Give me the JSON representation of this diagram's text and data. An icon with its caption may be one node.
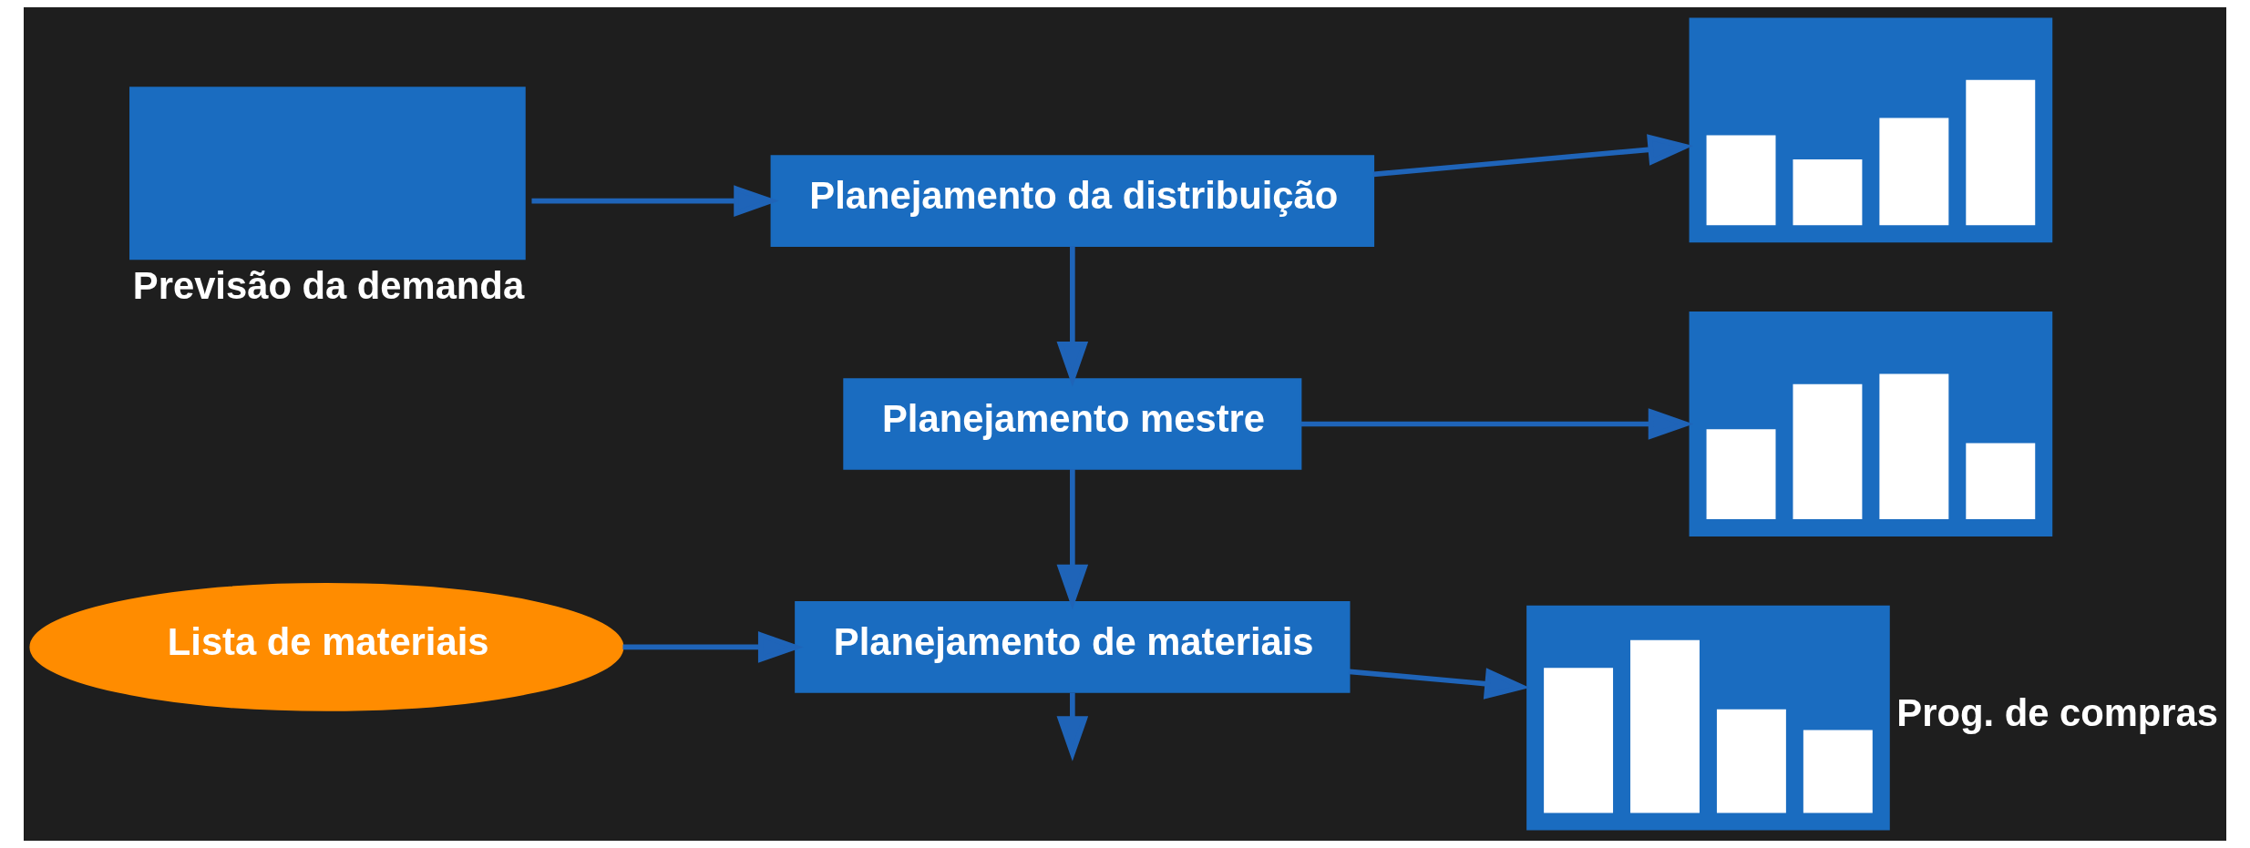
{
  "diagram": {
    "nodes": [
      {
        "text": [
          "Previsão da demanda"
        ]
      },
      {
        "text": [
          "Planejamento da distribuição"
        ]
      },
      {
        "text": [
          "Planejamento mestre"
        ]
      },
      {
        "text": [
          "Lista de materiais"
        ]
      },
      {
        "text": [
          "Planejamento de materiais"
        ]
      },
      {
        "text": [],
        "shape": "picture"
      },
      {
        "text": [],
        "shape": "picture"
      },
      {
        "text": [],
        "shape": "picture",
        "beside": [
          "Prog. de compras"
        ]
      }
    ],
    "edges": [
      {
        "from": 0,
        "to": 1,
        "arrow": "to"
      },
      {
        "from": 1,
        "to": 5,
        "arrow": "to"
      },
      {
        "from": 1,
        "to": 2,
        "arrow": "to"
      },
      {
        "from": 2,
        "to": 6,
        "arrow": "to"
      },
      {
        "from": 2,
        "to": 4,
        "arrow": "to"
      },
      {
        "from": 3,
        "to": 4,
        "arrow": "to"
      },
      {
        "from": 4,
        "to": 7,
        "arrow": "to"
      },
      {
        "from": 4,
        "to": null,
        "arrow": "to"
      }
    ]
  }
}
